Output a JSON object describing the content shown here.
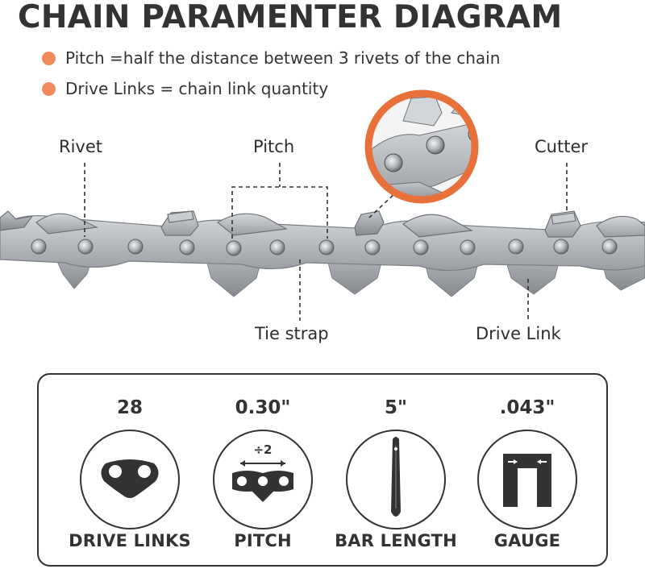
{
  "title": "CHAIN PARAMENTER DIAGRAM",
  "bullets": [
    "Pitch =half the distance between 3 rivets of the chain",
    "Drive Links = chain link quantity"
  ],
  "labels": {
    "rivet": "Rivet",
    "pitch": "Pitch",
    "cutter": "Cutter",
    "tie_strap": "Tie strap",
    "drive_link": "Drive Link"
  },
  "specs": [
    {
      "value": "28",
      "label": "DRIVE LINKS",
      "icon": "drive-link-icon"
    },
    {
      "value": "0.30\"",
      "label": "PITCH",
      "icon": "pitch-icon",
      "icon_text": "÷2"
    },
    {
      "value": "5\"",
      "label": "BAR LENGTH",
      "icon": "guide-bar-icon"
    },
    {
      "value": ".043\"",
      "label": "GAUGE",
      "icon": "gauge-icon"
    }
  ],
  "colors": {
    "accent": "#f08a5d",
    "zoom_ring": "#e8703a",
    "text": "#333333",
    "chain_metal": "#b5b8bc"
  }
}
